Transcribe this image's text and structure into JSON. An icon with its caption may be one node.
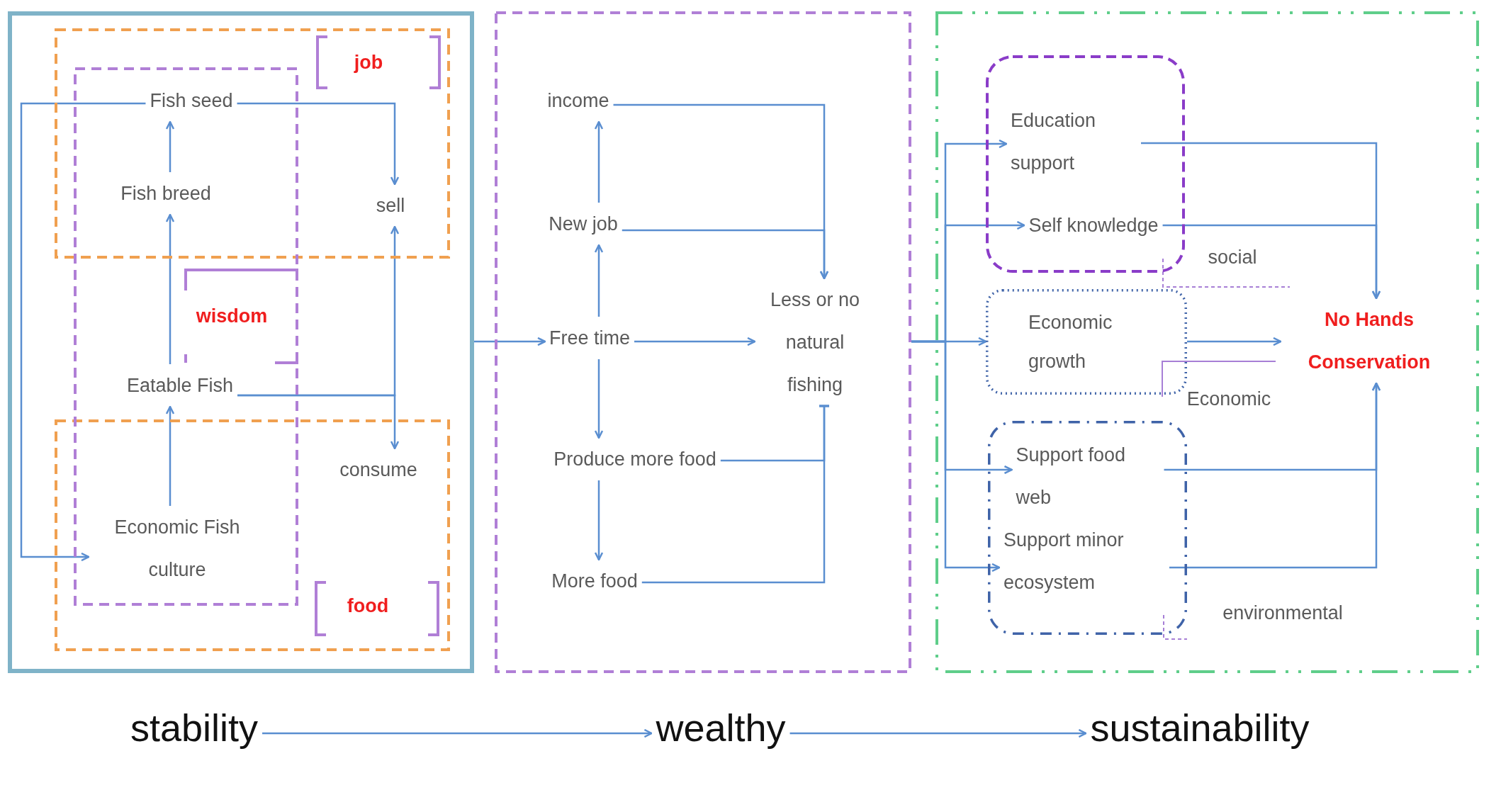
{
  "diagram": {
    "nodes": [
      {
        "text": [],
        "shape": "box"
      },
      {
        "text": [],
        "shape": "box",
        "in": 0
      },
      {
        "text": [],
        "shape": "box",
        "in": 0
      },
      {
        "text": [],
        "shape": "box",
        "in": 0
      },
      {
        "text": [
          "Fish seed"
        ]
      },
      {
        "text": [
          "Fish breed"
        ]
      },
      {
        "text": [
          "sell"
        ],
        "in": 1
      },
      {
        "text": [
          "Eatable Fish"
        ],
        "in": 3
      },
      {
        "text": [
          "consume"
        ],
        "in": 2
      },
      {
        "text": [
          "Economic Fish culture"
        ]
      },
      {
        "text": [],
        "shape": "box"
      },
      {
        "text": [
          "income"
        ],
        "in": 10
      },
      {
        "text": [
          "New job"
        ],
        "in": 10
      },
      {
        "text": [
          "Free time"
        ],
        "in": 10
      },
      {
        "text": [
          "Produce more food"
        ],
        "in": 10
      },
      {
        "text": [
          "More food"
        ],
        "in": 10
      },
      {
        "text": [
          "Less or no natural fishing"
        ],
        "in": 10
      },
      {
        "text": [],
        "shape": "box"
      },
      {
        "text": [],
        "shape": "box",
        "in": 17
      },
      {
        "text": [
          "Education support"
        ],
        "in": 18
      },
      {
        "text": [
          "Self knowledge"
        ],
        "in": 18
      },
      {
        "text": [
          "Economic growth"
        ],
        "in": 17
      },
      {
        "text": [],
        "shape": "box",
        "in": 17
      },
      {
        "text": [
          "Support food web"
        ],
        "in": 22
      },
      {
        "text": [
          "Support minor ecosystem"
        ],
        "in": 22
      },
      {
        "text": [
          "No Hands Conservation"
        ],
        "in": 17
      },
      {
        "text": [
          "stability"
        ]
      },
      {
        "text": [
          "wealthy"
        ]
      },
      {
        "text": [
          "sustainability"
        ]
      }
    ],
    "edges": [
      {
        "from": 5,
        "to": 4,
        "arrow": "to"
      },
      {
        "from": 7,
        "to": 5,
        "arrow": "to"
      },
      {
        "from": 9,
        "to": 7,
        "arrow": "to"
      },
      {
        "from": 4,
        "to": 6,
        "arrow": "to"
      },
      {
        "from": 4,
        "to": 9,
        "arrow": "to"
      },
      {
        "from": 7,
        "to": 6,
        "arrow": "to"
      },
      {
        "from": 7,
        "to": 8,
        "arrow": "to"
      },
      {
        "from": 0,
        "to": 13,
        "arrow": "to"
      },
      {
        "from": 13,
        "to": 12,
        "arrow": "to"
      },
      {
        "from": 12,
        "to": 11,
        "arrow": "to"
      },
      {
        "from": 13,
        "to": 14,
        "arrow": "to"
      },
      {
        "from": 14,
        "to": 15,
        "arrow": "to"
      },
      {
        "from": 13,
        "to": 16,
        "arrow": "to"
      },
      {
        "from": 11,
        "to": 16,
        "arrow": "to"
      },
      {
        "from": 12,
        "to": 16,
        "arrow": "to"
      },
      {
        "from": 14,
        "to": 16,
        "arrow": "other"
      },
      {
        "from": 15,
        "to": 16,
        "arrow": "other"
      },
      {
        "from": 10,
        "to": 19,
        "arrow": "to"
      },
      {
        "from": 10,
        "to": 20,
        "arrow": "to"
      },
      {
        "from": 10,
        "to": 21,
        "arrow": "to"
      },
      {
        "from": 10,
        "to": 23,
        "arrow": "to"
      },
      {
        "from": 10,
        "to": 24,
        "arrow": "to"
      },
      {
        "from": 19,
        "to": 25,
        "arrow": "to"
      },
      {
        "from": 20,
        "to": 25,
        "arrow": "to"
      },
      {
        "from": 21,
        "to": 25,
        "arrow": "to"
      },
      {
        "from": 23,
        "to": 25,
        "arrow": "to"
      },
      {
        "from": 24,
        "to": 25,
        "arrow": "to"
      },
      {
        "from": 26,
        "to": 27,
        "arrow": "to"
      },
      {
        "from": 27,
        "to": 28,
        "arrow": "to"
      }
    ],
    "labels": [
      "job",
      "wisdom",
      "food",
      "social",
      "Economic",
      "environmental"
    ]
  }
}
